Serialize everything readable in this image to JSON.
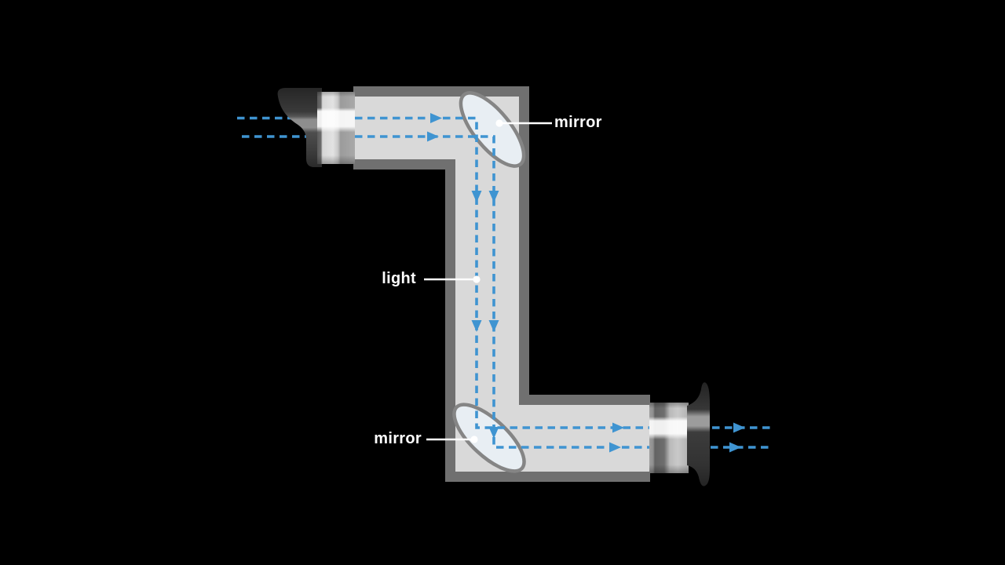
{
  "figure": {
    "labels": {
      "top_mirror": "mirror",
      "light": "light",
      "bottom_mirror": "mirror"
    },
    "colors": {
      "background": "#000000",
      "tube_border": "#707070",
      "tube_fill": "#d9d9d9",
      "ray_blue": "#3f94d1",
      "mirror_fill": "#e8eef3",
      "mirror_rim": "#858585",
      "label_text": "#ffffff",
      "leader_line": "#ffffff"
    }
  }
}
